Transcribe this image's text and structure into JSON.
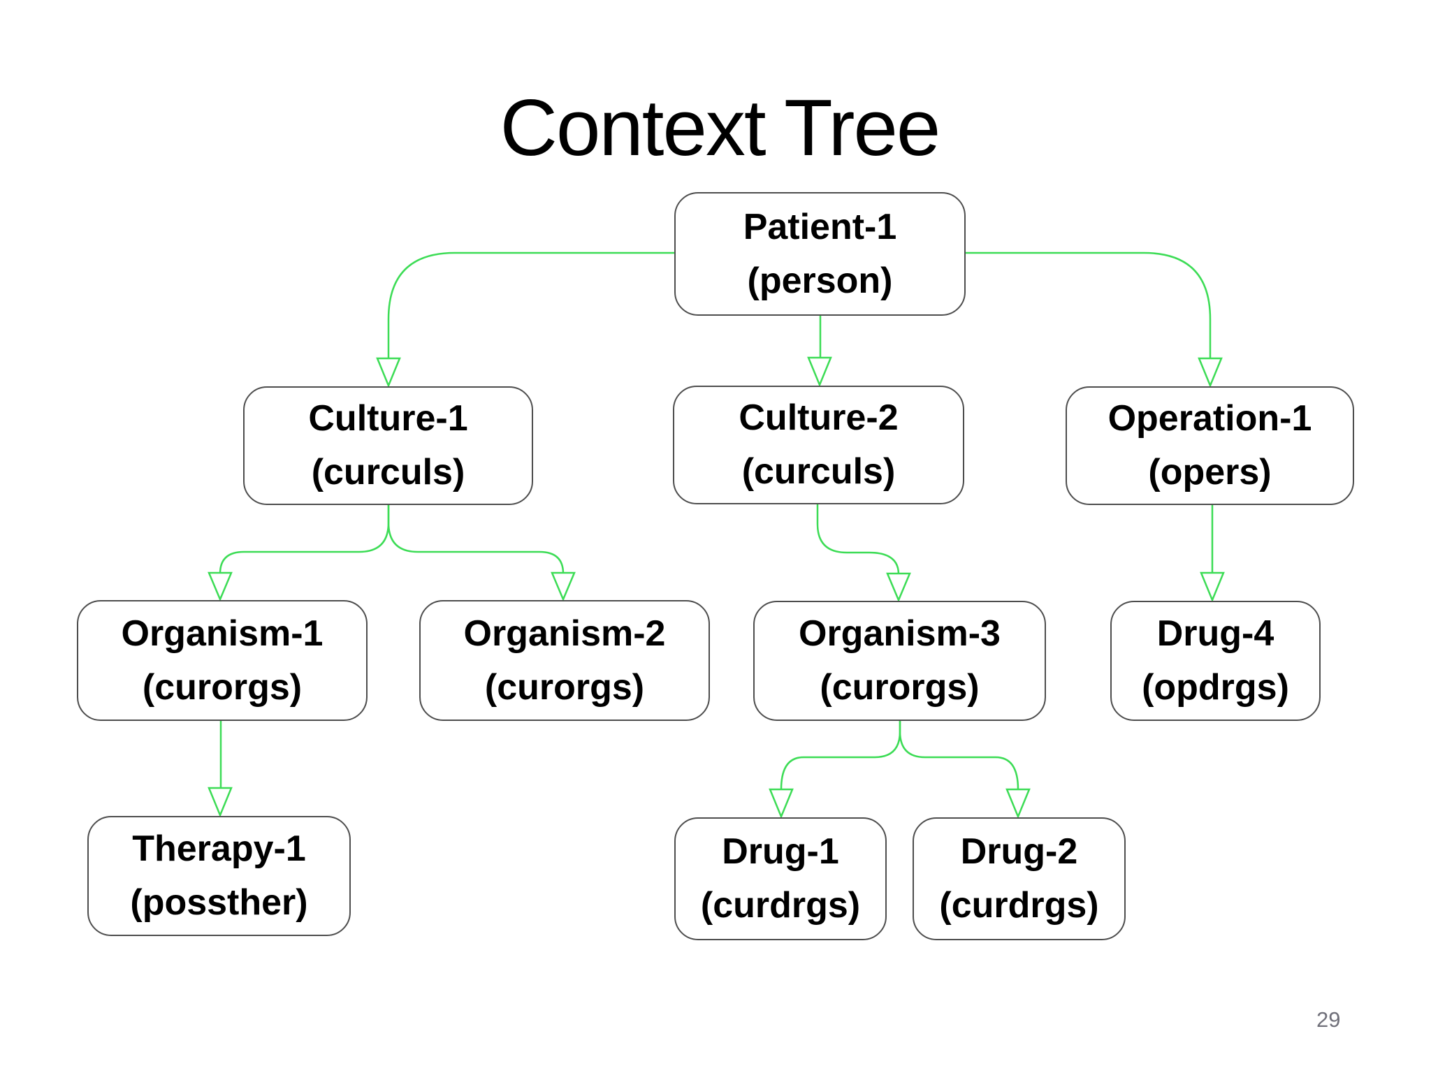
{
  "slide": {
    "title": "Context Tree",
    "page_number": "29"
  },
  "colors": {
    "background": "#ffffff",
    "connector_green": "#3cdc55",
    "box_border": "#4d4d4d",
    "box_background": "#ffffff",
    "title_color": "#000000",
    "page_number_color": "#70707a"
  },
  "tree": {
    "nodes": [
      {
        "id": "patient-1",
        "name": "Patient-1",
        "type": "(person)"
      },
      {
        "id": "culture-1",
        "name": "Culture-1",
        "type": "(curculs)"
      },
      {
        "id": "culture-2",
        "name": "Culture-2",
        "type": "(curculs)"
      },
      {
        "id": "operation-1",
        "name": "Operation-1",
        "type": "(opers)"
      },
      {
        "id": "organism-1",
        "name": "Organism-1",
        "type": "(curorgs)"
      },
      {
        "id": "organism-2",
        "name": "Organism-2",
        "type": "(curorgs)"
      },
      {
        "id": "organism-3",
        "name": "Organism-3",
        "type": "(curorgs)"
      },
      {
        "id": "drug-4",
        "name": "Drug-4",
        "type": "(opdrgs)"
      },
      {
        "id": "therapy-1",
        "name": "Therapy-1",
        "type": "(possther)"
      },
      {
        "id": "drug-1",
        "name": "Drug-1",
        "type": "(curdrgs)"
      },
      {
        "id": "drug-2",
        "name": "Drug-2",
        "type": "(curdrgs)"
      }
    ],
    "edges": [
      {
        "from": "patient-1",
        "to": "culture-1"
      },
      {
        "from": "patient-1",
        "to": "culture-2"
      },
      {
        "from": "patient-1",
        "to": "operation-1"
      },
      {
        "from": "culture-1",
        "to": "organism-1"
      },
      {
        "from": "culture-1",
        "to": "organism-2"
      },
      {
        "from": "culture-2",
        "to": "organism-3"
      },
      {
        "from": "operation-1",
        "to": "drug-4"
      },
      {
        "from": "organism-1",
        "to": "therapy-1"
      },
      {
        "from": "organism-3",
        "to": "drug-1"
      },
      {
        "from": "organism-3",
        "to": "drug-2"
      }
    ]
  }
}
